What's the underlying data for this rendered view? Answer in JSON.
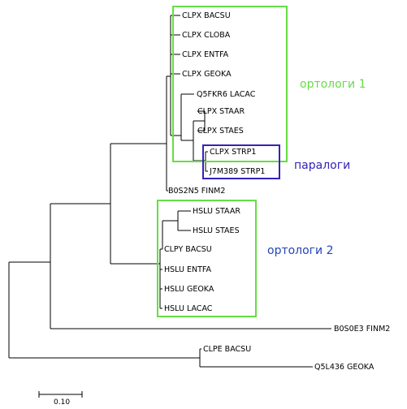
{
  "tree": {
    "leaves": [
      "CLPX BACSU",
      "CLPX CLOBA",
      "CLPX ENTFA",
      "CLPX GEOKA",
      "Q5FKR6 LACAC",
      "CLPX STAAR",
      "CLPX STAES",
      "CLPX STRP1",
      "J7M389 STRP1",
      "B0S2N5 FINM2",
      "HSLU STAAR",
      "HSLU STAES",
      "CLPY BACSU",
      "HSLU ENTFA",
      "HSLU GEOKA",
      "HSLU LACAC",
      "B0S0E3 FINM2",
      "CLPE BACSU",
      "Q5L436 GEOKA"
    ],
    "groups": {
      "orthologs1": {
        "label": "ортологи 1",
        "color": "#66dd44"
      },
      "paralogs": {
        "label": "паралоги",
        "color": "#3322bb"
      },
      "orthologs2": {
        "label": "ортологи 2",
        "color": "#2244bb",
        "box_color": "#66dd44"
      }
    },
    "scale": {
      "label": "0.10"
    }
  }
}
